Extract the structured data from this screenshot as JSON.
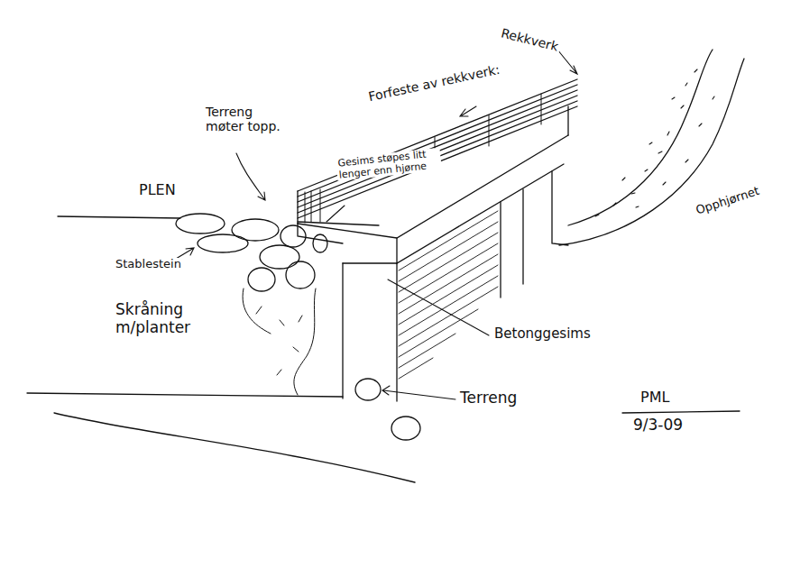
{
  "diagram": {
    "labels": [
      "Rekkverk",
      "Forfeste av rekkverk:",
      "Terreng møter topp.",
      "Gesims støpes litt lenger enn hjørne",
      "PLEN",
      "Stablestein",
      "Skråning m/planter",
      "Betonggesims",
      "Terreng",
      "Opphjørnet",
      "PML",
      "9/3-09"
    ]
  }
}
